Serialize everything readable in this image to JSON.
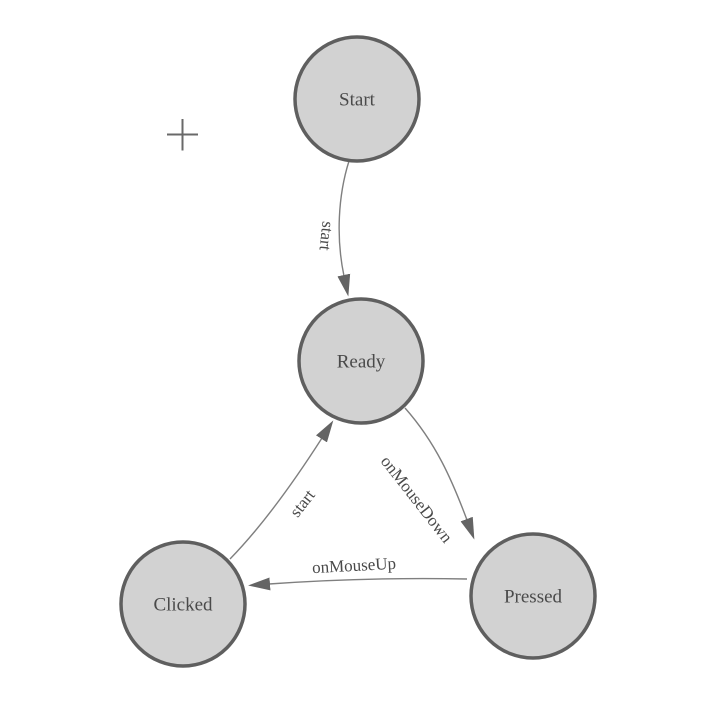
{
  "colors": {
    "background": "#ffffff",
    "node_fill": "#d2d2d2",
    "node_border": "#5f5f5f",
    "edge_line": "#7f7f7f",
    "arrowhead": "#646464",
    "label_text": "#4a4a4a",
    "crosshair": "#696969"
  },
  "diagram": {
    "type": "finite-state-machine",
    "nodes": [
      {
        "id": "start",
        "label": "Start"
      },
      {
        "id": "ready",
        "label": "Ready"
      },
      {
        "id": "clicked",
        "label": "Clicked"
      },
      {
        "id": "pressed",
        "label": "Pressed"
      }
    ],
    "edges": [
      {
        "from": "Start",
        "to": "Ready",
        "label": "start"
      },
      {
        "from": "Clicked",
        "to": "Ready",
        "label": "start"
      },
      {
        "from": "Ready",
        "to": "Pressed",
        "label": "onMouseDown"
      },
      {
        "from": "Pressed",
        "to": "Clicked",
        "label": "onMouseUp"
      }
    ],
    "icons": [
      {
        "name": "crosshair-icon",
        "glyph": "+"
      }
    ]
  }
}
